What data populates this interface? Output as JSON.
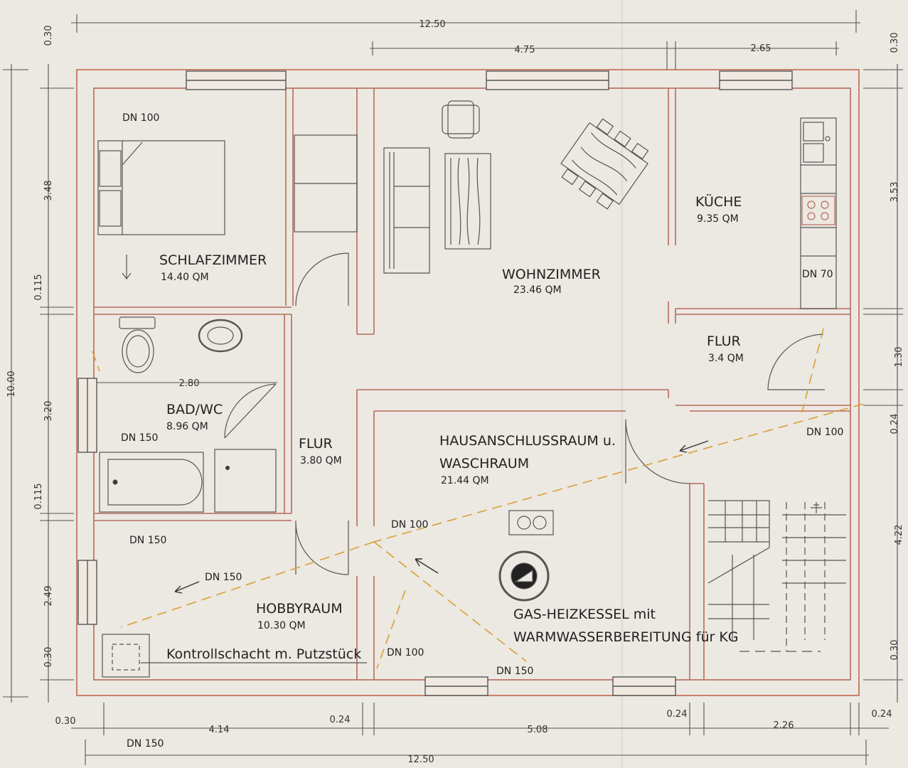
{
  "dimensions": {
    "top_total": "12.50",
    "top_mid": "4.75",
    "top_right": "2.65",
    "bottom_total": "12.50",
    "bottom": [
      "0.30",
      "4.14",
      "0.24",
      "5.08",
      "0.24",
      "2.26",
      "0.24"
    ],
    "left_total": "10.00",
    "left": [
      "0.30",
      "3.48",
      "0.115",
      "3.20",
      "0.115",
      "2.49",
      "0.30"
    ],
    "right": [
      "0.30",
      "3.53",
      "1.30",
      "0.24",
      "4.22",
      "0.30"
    ],
    "bad_width": "2.80"
  },
  "rooms": {
    "schlafzimmer": {
      "name": "SCHLAFZIMMER",
      "area": "14.40 QM"
    },
    "wohnzimmer": {
      "name": "WOHNZIMMER",
      "area": "23.46 QM"
    },
    "kueche": {
      "name": "KÜCHE",
      "area": "9.35 QM"
    },
    "flur_right": {
      "name": "FLUR",
      "area": "3.4 QM"
    },
    "bad": {
      "name": "BAD/WC",
      "area": "8.96 QM"
    },
    "flur_center": {
      "name": "FLUR",
      "area": "3.80 QM"
    },
    "hausanschluss": {
      "name_line1": "HAUSANSCHLUSSRAUM  u.",
      "name_line2": "WASCHRAUM",
      "area": "21.44 QM"
    },
    "hobbyraum": {
      "name": "HOBBYRAUM",
      "area": "10.30 QM"
    }
  },
  "annotations": {
    "dn100_bed": "DN 100",
    "dn70": "DN 70",
    "dn100_right": "DN 100",
    "dn150_bad": "DN 150",
    "dn150_hobby": "DN 150",
    "dn150_hobby2": "DN 150",
    "dn100_haus": "DN 100",
    "dn100_bottom": "DN 100",
    "dn150_bottom": "DN 150",
    "dn150_outside": "DN 150",
    "kontrollschacht": "Kontrollschacht  m.  Putzstück",
    "heizkessel_line1": "GAS-HEIZKESSEL  mit",
    "heizkessel_line2": "WARMWASSERBEREITUNG  für  KG"
  },
  "colors": {
    "paper": "#ece8e2",
    "walls": "#c9826b",
    "pipes": "#d9a033"
  }
}
